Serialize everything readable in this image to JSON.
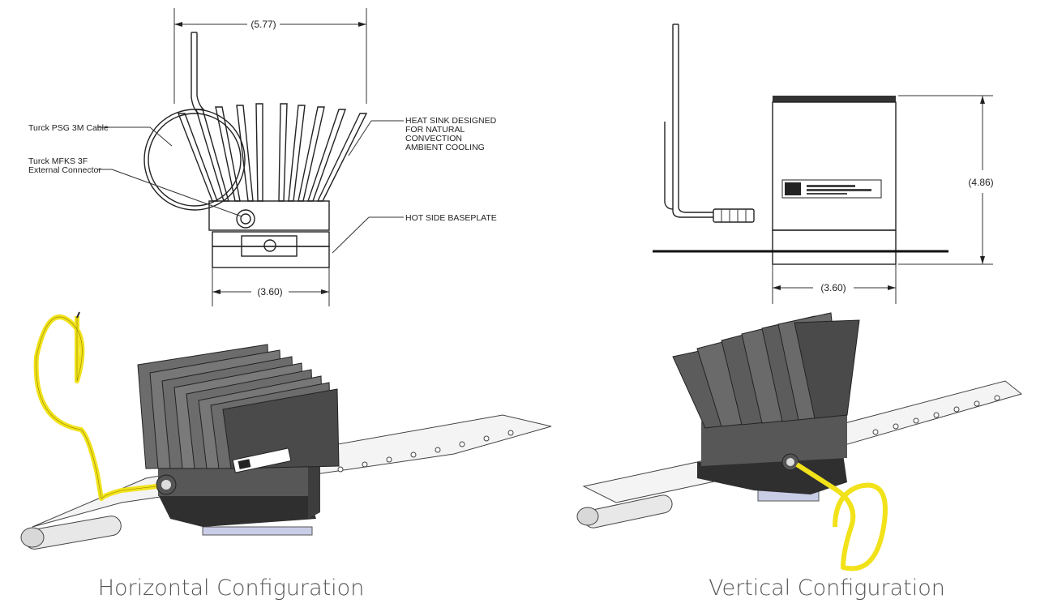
{
  "left_drawing": {
    "dim_top": "5.77",
    "dim_bottom": "3.60",
    "callouts": {
      "cable": "Turck PSG 3M Cable",
      "connector_line1": "Turck MFKS 3F",
      "connector_line2": "External Connector",
      "heatsink_line1": "HEAT SINK DESIGNED",
      "heatsink_line2": "FOR NATURAL",
      "heatsink_line3": "CONVECTION",
      "heatsink_line4": "AMBIENT COOLING",
      "baseplate": "HOT SIDE BASEPLATE"
    }
  },
  "right_drawing": {
    "dim_height": "4.86",
    "dim_bottom": "3.60"
  },
  "captions": {
    "left": "Horizontal Configuration",
    "right": "Vertical Configuration"
  },
  "colors": {
    "cable_yellow": "#f2e21a",
    "fin_dark": "#4a4a4a",
    "fin_light": "#8a8a8a",
    "base_plate": "#c9cde6"
  }
}
